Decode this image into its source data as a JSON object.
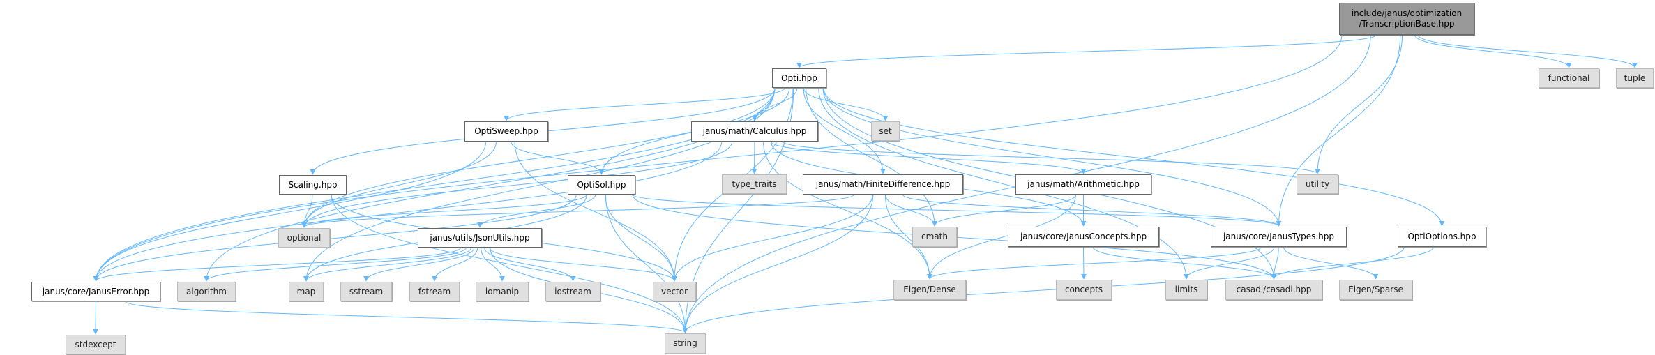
{
  "colors": {
    "edge": "#63b8ff",
    "root_fill": "#999999",
    "local_fill": "#ffffff",
    "external_fill": "#e0e0e0"
  },
  "nodes": {
    "tb": {
      "label": "include/janus/optimization\n/TranscriptionBase.hpp",
      "kind": "root"
    },
    "opti": {
      "label": "Opti.hpp",
      "kind": "local"
    },
    "functional": {
      "label": "functional",
      "kind": "ext"
    },
    "tuple": {
      "label": "tuple",
      "kind": "ext"
    },
    "optisweep": {
      "label": "OptiSweep.hpp",
      "kind": "local"
    },
    "calculus": {
      "label": "janus/math/Calculus.hpp",
      "kind": "local"
    },
    "set": {
      "label": "set",
      "kind": "ext"
    },
    "scaling": {
      "label": "Scaling.hpp",
      "kind": "local"
    },
    "optisol": {
      "label": "OptiSol.hpp",
      "kind": "local"
    },
    "type_traits": {
      "label": "type_traits",
      "kind": "ext"
    },
    "finitediff": {
      "label": "janus/math/FiniteDifference.hpp",
      "kind": "local"
    },
    "arithmetic": {
      "label": "janus/math/Arithmetic.hpp",
      "kind": "local"
    },
    "utility": {
      "label": "utility",
      "kind": "ext"
    },
    "optional": {
      "label": "optional",
      "kind": "ext"
    },
    "jsonutils": {
      "label": "janus/utils/JsonUtils.hpp",
      "kind": "local"
    },
    "cmath": {
      "label": "cmath",
      "kind": "ext"
    },
    "concepts_h": {
      "label": "janus/core/JanusConcepts.hpp",
      "kind": "local"
    },
    "types": {
      "label": "janus/core/JanusTypes.hpp",
      "kind": "local"
    },
    "optioptions": {
      "label": "OptiOptions.hpp",
      "kind": "local"
    },
    "error": {
      "label": "janus/core/JanusError.hpp",
      "kind": "local"
    },
    "algorithm": {
      "label": "algorithm",
      "kind": "ext"
    },
    "map": {
      "label": "map",
      "kind": "ext"
    },
    "sstream": {
      "label": "sstream",
      "kind": "ext"
    },
    "fstream": {
      "label": "fstream",
      "kind": "ext"
    },
    "iomanip": {
      "label": "iomanip",
      "kind": "ext"
    },
    "iostream": {
      "label": "iostream",
      "kind": "ext"
    },
    "vector": {
      "label": "vector",
      "kind": "ext"
    },
    "eigendense": {
      "label": "Eigen/Dense",
      "kind": "ext"
    },
    "concepts": {
      "label": "concepts",
      "kind": "ext"
    },
    "limits": {
      "label": "limits",
      "kind": "ext"
    },
    "casadi": {
      "label": "casadi/casadi.hpp",
      "kind": "ext"
    },
    "eigensparse": {
      "label": "Eigen/Sparse",
      "kind": "ext"
    },
    "stdexcept": {
      "label": "stdexcept",
      "kind": "ext"
    },
    "string": {
      "label": "string",
      "kind": "ext"
    }
  },
  "edges": [
    [
      "tb",
      "opti"
    ],
    [
      "tb",
      "error"
    ],
    [
      "tb",
      "string"
    ],
    [
      "tb",
      "utility"
    ],
    [
      "tb",
      "types"
    ],
    [
      "tb",
      "functional"
    ],
    [
      "tb",
      "tuple"
    ],
    [
      "opti",
      "optisweep"
    ],
    [
      "opti",
      "calculus"
    ],
    [
      "opti",
      "set"
    ],
    [
      "opti",
      "finitediff"
    ],
    [
      "opti",
      "optisol"
    ],
    [
      "opti",
      "scaling"
    ],
    [
      "opti",
      "optional"
    ],
    [
      "opti",
      "error"
    ],
    [
      "opti",
      "algorithm"
    ],
    [
      "opti",
      "map"
    ],
    [
      "opti",
      "vector"
    ],
    [
      "opti",
      "cmath"
    ],
    [
      "opti",
      "limits"
    ],
    [
      "opti",
      "types"
    ],
    [
      "opti",
      "casadi"
    ],
    [
      "opti",
      "string"
    ],
    [
      "opti",
      "optioptions"
    ],
    [
      "optisweep",
      "error"
    ],
    [
      "optisweep",
      "optional"
    ],
    [
      "optisweep",
      "optisol"
    ],
    [
      "optisweep",
      "vector"
    ],
    [
      "calculus",
      "error"
    ],
    [
      "calculus",
      "optional"
    ],
    [
      "calculus",
      "type_traits"
    ],
    [
      "calculus",
      "eigendense"
    ],
    [
      "calculus",
      "arithmetic"
    ],
    [
      "calculus",
      "utility"
    ],
    [
      "calculus",
      "concepts_h"
    ],
    [
      "scaling",
      "optional"
    ],
    [
      "scaling",
      "string"
    ],
    [
      "scaling",
      "vector"
    ],
    [
      "optisol",
      "optional"
    ],
    [
      "optisol",
      "jsonutils"
    ],
    [
      "optisol",
      "vector"
    ],
    [
      "optisol",
      "string"
    ],
    [
      "optisol",
      "error"
    ],
    [
      "optisol",
      "map"
    ],
    [
      "optisol",
      "types"
    ],
    [
      "optisol",
      "casadi"
    ],
    [
      "finitediff",
      "optional"
    ],
    [
      "finitediff",
      "cmath"
    ],
    [
      "finitediff",
      "eigendense"
    ],
    [
      "finitediff",
      "vector"
    ],
    [
      "finitediff",
      "string"
    ],
    [
      "finitediff",
      "types"
    ],
    [
      "arithmetic",
      "cmath"
    ],
    [
      "arithmetic",
      "eigendense"
    ],
    [
      "arithmetic",
      "concepts_h"
    ],
    [
      "jsonutils",
      "error"
    ],
    [
      "jsonutils",
      "algorithm"
    ],
    [
      "jsonutils",
      "map"
    ],
    [
      "jsonutils",
      "sstream"
    ],
    [
      "jsonutils",
      "fstream"
    ],
    [
      "jsonutils",
      "iomanip"
    ],
    [
      "jsonutils",
      "iostream"
    ],
    [
      "jsonutils",
      "vector"
    ],
    [
      "jsonutils",
      "string"
    ],
    [
      "concepts_h",
      "concepts"
    ],
    [
      "concepts_h",
      "casadi"
    ],
    [
      "types",
      "eigendense"
    ],
    [
      "types",
      "limits"
    ],
    [
      "types",
      "casadi"
    ],
    [
      "types",
      "eigensparse"
    ],
    [
      "optioptions",
      "casadi"
    ],
    [
      "optioptions",
      "string"
    ],
    [
      "error",
      "stdexcept"
    ],
    [
      "error",
      "string"
    ]
  ]
}
